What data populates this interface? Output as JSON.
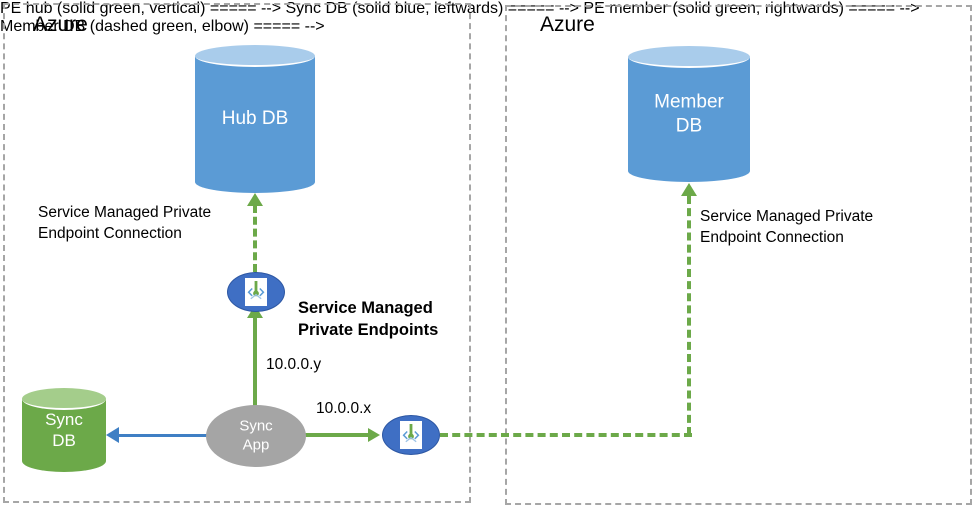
{
  "zones": [
    {
      "id": "left",
      "label": "Azure"
    },
    {
      "id": "right",
      "label": "Azure"
    }
  ],
  "nodes": {
    "hub_db": {
      "label": "Hub DB",
      "shape": "cylinder",
      "color": "#5B9BD5"
    },
    "member_db": {
      "label": "Member\nDB",
      "shape": "cylinder",
      "color": "#5B9BD5"
    },
    "sync_db": {
      "label": "Sync\nDB",
      "shape": "cylinder",
      "color": "#6CA949"
    },
    "sync_app": {
      "label": "Sync\nApp",
      "shape": "ellipse",
      "color": "#A5A5A5"
    },
    "private_endpoint_hub": {
      "icon": "private-endpoint-icon",
      "color": "#3F6FC4"
    },
    "private_endpoint_member": {
      "icon": "private-endpoint-icon",
      "color": "#3F6FC4"
    }
  },
  "annotations": {
    "hub_connection": "Service Managed Private\nEndpoint Connection",
    "member_connection": "Service Managed Private\nEndpoint Connection",
    "service_managed_private_endpoints": "Service Managed\nPrivate Endpoints",
    "ip_hub": "10.0.0.y",
    "ip_member": "10.0.0.x"
  },
  "colors": {
    "db_blue": "#5B9BD5",
    "db_blue_top": "#A9CCEB",
    "db_green": "#6CA949",
    "db_green_top": "#A4CD8B",
    "app_gray": "#A5A5A5",
    "endpoint_blue": "#3F6FC4",
    "connector_green": "#6CA949",
    "connector_blue": "#3F7FC4",
    "zone_border": "#a6a6a6"
  }
}
